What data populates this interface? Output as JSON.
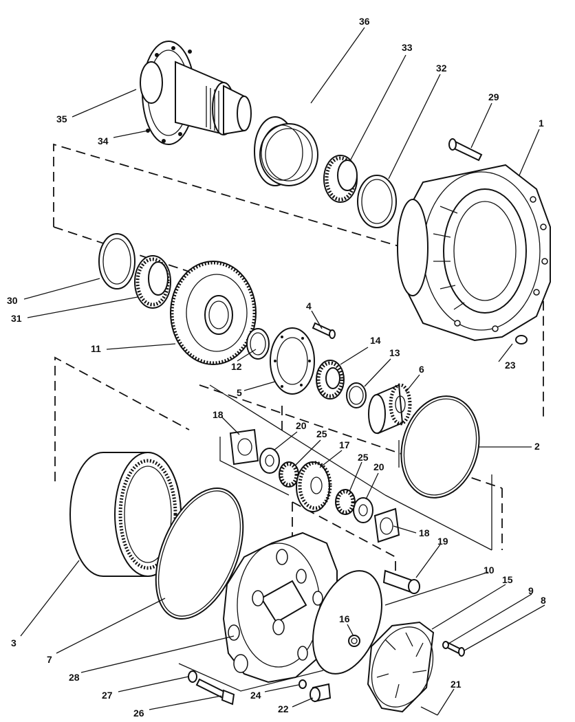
{
  "callouts": {
    "p1": "1",
    "p2": "2",
    "p3": "3",
    "p4": "4",
    "p5": "5",
    "p6": "6",
    "p7": "7",
    "p8": "8",
    "p9": "9",
    "p10": "10",
    "p11": "11",
    "p12": "12",
    "p13": "13",
    "p14": "14",
    "p15": "15",
    "p16": "16",
    "p17": "17",
    "p18a": "18",
    "p18b": "18",
    "p19": "19",
    "p20a": "20",
    "p20b": "20",
    "p21": "21",
    "p22": "22",
    "p23": "23",
    "p24": "24",
    "p25a": "25",
    "p25b": "25",
    "p26": "26",
    "p27": "27",
    "p28": "28",
    "p29": "29",
    "p30": "30",
    "p31": "31",
    "p32": "32",
    "p33": "33",
    "p34": "34",
    "p35": "35",
    "p36": "36"
  }
}
